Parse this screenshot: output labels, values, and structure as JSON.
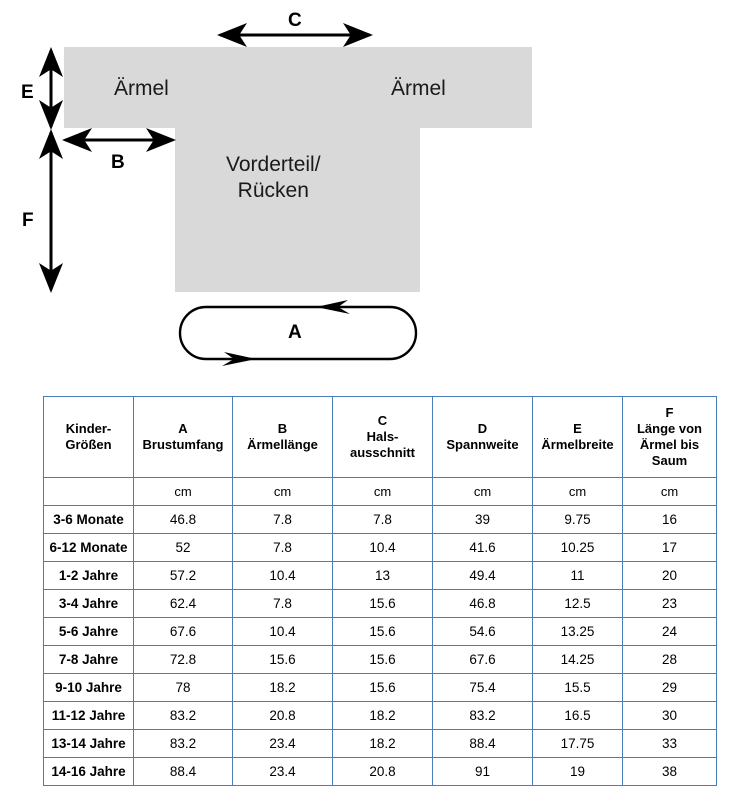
{
  "diagram": {
    "garment_labels": {
      "sleeve_left": "Ärmel",
      "sleeve_right": "Ärmel",
      "body_line1": "Vorderteil/",
      "body_line2": "Rücken"
    },
    "dimension_markers": {
      "a": "A",
      "b": "B",
      "c": "C",
      "e": "E",
      "f": "F"
    },
    "colors": {
      "garment_fill": "#d9d9d9",
      "line": "#000000"
    }
  },
  "table": {
    "border_color": "#4a7ebb",
    "headers": [
      {
        "lines": [
          "Kinder-",
          "Größen"
        ]
      },
      {
        "lines": [
          "A",
          "Brustumfang"
        ]
      },
      {
        "lines": [
          "B",
          "Ärmellänge"
        ]
      },
      {
        "lines": [
          "C",
          "Hals-",
          "ausschnitt"
        ]
      },
      {
        "lines": [
          "D",
          "Spannweite"
        ]
      },
      {
        "lines": [
          "E",
          "Ärmelbreite"
        ]
      },
      {
        "lines": [
          "F",
          "Länge von",
          "Ärmel bis",
          "Saum"
        ]
      }
    ],
    "unit_row": [
      "",
      "cm",
      "cm",
      "cm",
      "cm",
      "cm",
      "cm"
    ],
    "rows": [
      {
        "size": "3-6 Monate",
        "values": [
          "46.8",
          "7.8",
          "7.8",
          "39",
          "9.75",
          "16"
        ]
      },
      {
        "size": "6-12 Monate",
        "values": [
          "52",
          "7.8",
          "10.4",
          "41.6",
          "10.25",
          "17"
        ]
      },
      {
        "size": "1-2 Jahre",
        "values": [
          "57.2",
          "10.4",
          "13",
          "49.4",
          "11",
          "20"
        ]
      },
      {
        "size": "3-4 Jahre",
        "values": [
          "62.4",
          "7.8",
          "15.6",
          "46.8",
          "12.5",
          "23"
        ]
      },
      {
        "size": "5-6 Jahre",
        "values": [
          "67.6",
          "10.4",
          "15.6",
          "54.6",
          "13.25",
          "24"
        ]
      },
      {
        "size": "7-8 Jahre",
        "values": [
          "72.8",
          "15.6",
          "15.6",
          "67.6",
          "14.25",
          "28"
        ]
      },
      {
        "size": "9-10 Jahre",
        "values": [
          "78",
          "18.2",
          "15.6",
          "75.4",
          "15.5",
          "29"
        ]
      },
      {
        "size": "11-12 Jahre",
        "values": [
          "83.2",
          "20.8",
          "18.2",
          "83.2",
          "16.5",
          "30"
        ]
      },
      {
        "size": "13-14 Jahre",
        "values": [
          "83.2",
          "23.4",
          "18.2",
          "88.4",
          "17.75",
          "33"
        ]
      },
      {
        "size": "14-16 Jahre",
        "values": [
          "88.4",
          "23.4",
          "20.8",
          "91",
          "19",
          "38"
        ]
      }
    ]
  }
}
